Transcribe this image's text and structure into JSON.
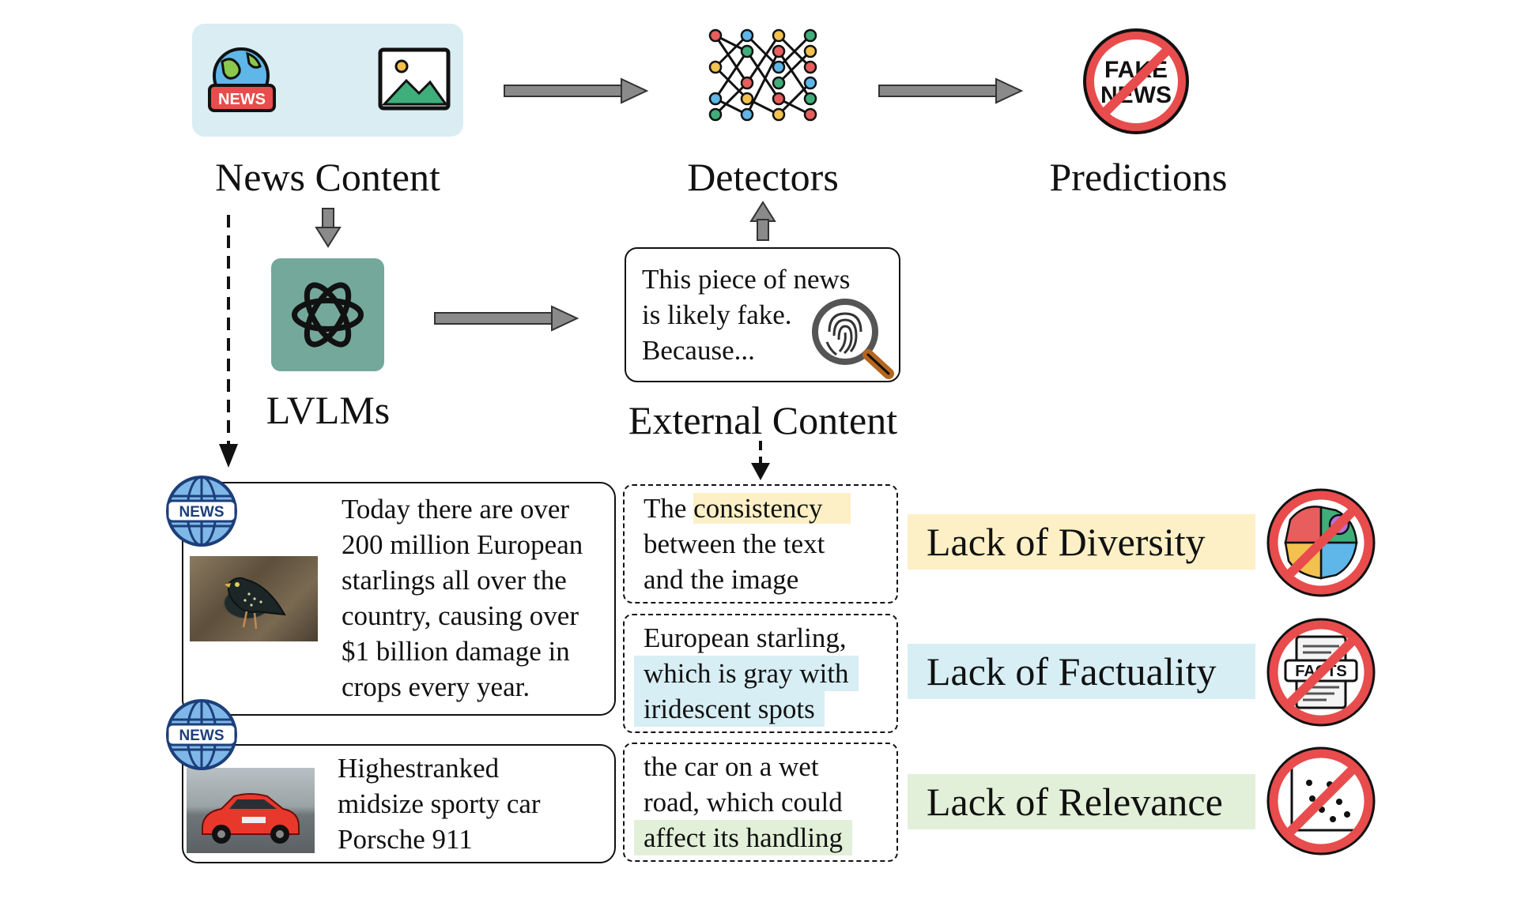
{
  "pipeline": {
    "news_content_label": "News Content",
    "detectors_label": "Detectors",
    "predictions_label": "Predictions",
    "lvlms_label": "LVLMs",
    "external_content_label": "External Content",
    "news_badge": "NEWS",
    "fake_news_badge_line1": "FAKE",
    "fake_news_badge_line2": "NEWS"
  },
  "explanation_box": {
    "line1": "This piece of news",
    "line2": "is likely fake.",
    "line3": "Because..."
  },
  "examples": [
    {
      "badge": "NEWS",
      "text": [
        "Today there are over",
        "200 million European",
        "starlings all over the",
        "country, causing over",
        "$1 billion damage in",
        "crops every year."
      ]
    },
    {
      "badge": "NEWS",
      "text": [
        "Highestranked",
        "midsize sporty car",
        "Porsche 911"
      ]
    }
  ],
  "external_snippets": [
    {
      "prefix": "The ",
      "highlight": "consistency",
      "rest": [
        "between the text",
        "and the image"
      ]
    },
    {
      "line1": "European starling,",
      "highlight_lines": [
        "which is gray with",
        "iridescent spots"
      ]
    },
    {
      "lines": [
        "the car on a wet",
        "road, which could"
      ],
      "highlight": "affect its handling"
    }
  ],
  "issues": [
    {
      "label": "Lack of Diversity",
      "color": "#fdf0c6"
    },
    {
      "label": "Lack of Factuality",
      "color": "#d7eef4"
    },
    {
      "label": "Lack of Relevance",
      "color": "#e3f0d9"
    }
  ],
  "icon_fact_text": "FACTS"
}
